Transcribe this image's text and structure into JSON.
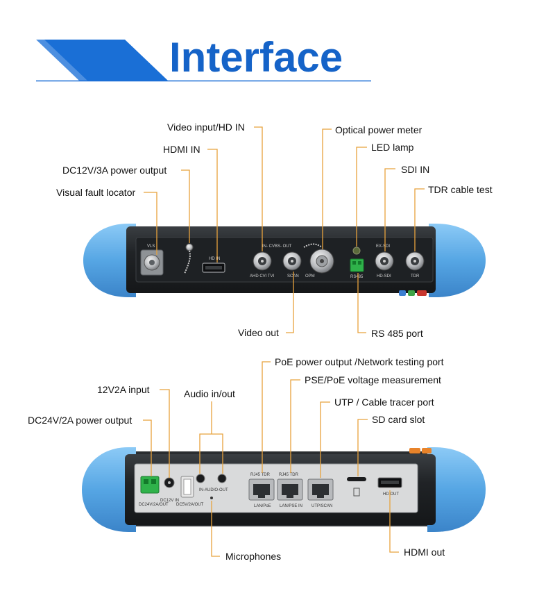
{
  "title": "Interface",
  "top_panel": {
    "callouts": [
      {
        "id": "video-input",
        "text": "Video input/HD IN"
      },
      {
        "id": "optical-power-meter",
        "text": "Optical power meter"
      },
      {
        "id": "hdmi-in",
        "text": "HDMI IN"
      },
      {
        "id": "led-lamp",
        "text": "LED lamp"
      },
      {
        "id": "dc12v-power-output",
        "text": "DC12V/3A power output"
      },
      {
        "id": "sdi-in",
        "text": "SDI IN"
      },
      {
        "id": "visual-fault-locator",
        "text": "Visual fault locator"
      },
      {
        "id": "tdr-cable-test",
        "text": "TDR cable test"
      },
      {
        "id": "video-out",
        "text": "Video out"
      },
      {
        "id": "rs485-port",
        "text": "RS 485 port"
      }
    ],
    "panel_labels": {
      "vls": "VLS",
      "hd_in": "HD IN",
      "in_cvbs_out": "IN- CVBS- OUT",
      "ahd_cvi_tvi": "AHD CVI TVI",
      "scan": "SCAN",
      "opm": "OPM",
      "ex_sdi": "EX-SDI",
      "hd_sdi": "HD-SDI",
      "tdr": "TDR",
      "rs485": "RS485"
    }
  },
  "bottom_panel": {
    "callouts": [
      {
        "id": "poe-power-output",
        "text": "PoE power output /Network testing port"
      },
      {
        "id": "pse-poe-voltage",
        "text": "PSE/PoE voltage measurement"
      },
      {
        "id": "12v2a-input",
        "text": "12V2A input"
      },
      {
        "id": "audio-in-out",
        "text": "Audio in/out"
      },
      {
        "id": "utp-cable-tracer",
        "text": "UTP / Cable tracer port"
      },
      {
        "id": "dc24v-power-output",
        "text": "DC24V/2A power output"
      },
      {
        "id": "sd-card-slot",
        "text": "SD card slot"
      },
      {
        "id": "microphones",
        "text": "Microphones"
      },
      {
        "id": "hdmi-out",
        "text": "HDMI out"
      }
    ],
    "panel_labels": {
      "rj45_tdr_1": "RJ45 TDR",
      "rj45_tdr_2": "RJ45 TDR",
      "dc12v_in": "DC12V IN",
      "in_audio_out": "IN-AUDIO-OUT",
      "dc5v_2a_out": "DC5V/2A/OUT",
      "dc24v_2a_out": "DC24V/2A/OUT",
      "lan_poe": "LAN/PoE",
      "lan_pse_in": "LAN/PSE IN",
      "utp_scan": "UTP/SCAN",
      "hd_out": "HD OUT"
    }
  },
  "colors": {
    "title_blue": "#1563c8",
    "banner_blue": "#1a6fd6",
    "leader_orange": "#e8a23c",
    "bumper_blue": "#5aa9e6",
    "panel_dark": "#232629"
  }
}
